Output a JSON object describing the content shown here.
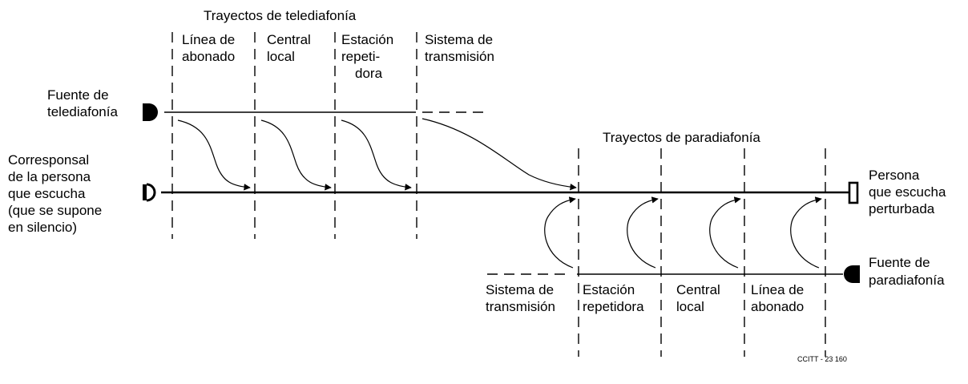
{
  "far_end_title": "Trayectos de telediafonía",
  "near_end_title": "Trayectos de paradiafonía",
  "far_end_segments": [
    [
      "Línea de",
      "abonado"
    ],
    [
      "Central",
      "local"
    ],
    [
      "Estación",
      "repeti-",
      "dora"
    ],
    [
      "Sistema de",
      "transmisión"
    ]
  ],
  "near_end_segments": [
    [
      "Sistema de",
      "transmisión"
    ],
    [
      "Estación",
      "repetidora"
    ],
    [
      "Central",
      "local"
    ],
    [
      "Línea de",
      "abonado"
    ]
  ],
  "far_end_source": [
    "Fuente de",
    "telediafonía"
  ],
  "talker": [
    "Corresponsal",
    "de la persona",
    "que escucha",
    "(que se supone",
    "en silencio)"
  ],
  "listener": [
    "Persona",
    "que escucha",
    "perturbada"
  ],
  "near_end_source": [
    "Fuente de",
    "paradiafonía"
  ],
  "reference": "CCITT - 23 160"
}
